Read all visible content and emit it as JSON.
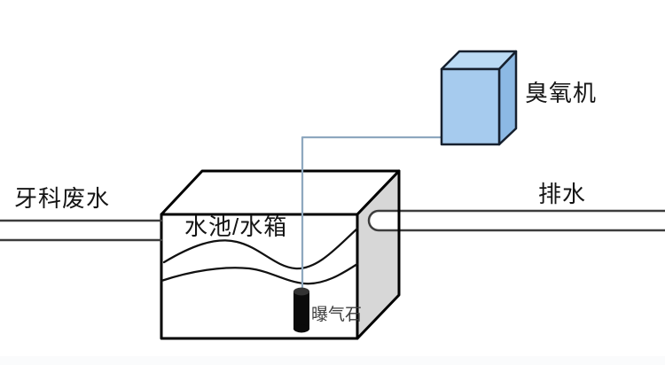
{
  "diagram": {
    "labels": {
      "inflow": "牙科废水",
      "tank": "水池/水箱",
      "ozone_machine": "臭氧机",
      "outflow": "排水",
      "aeration_stone": "曝气石"
    },
    "colors": {
      "cube_front": "#a6cbee",
      "cube_top": "#badaf4",
      "cube_side": "#8cb9e4",
      "cube_outline": "#16202e",
      "tank_right_face": "#d7d7d7",
      "tank_outline": "#000000",
      "tank_fill": "#ffffff",
      "pipe_stroke": "#3d3d3d",
      "pipe_fill": "#ffffff",
      "water_line": "#111111",
      "connector": "#8ea8bf",
      "stone_fill": "#0b0b0b",
      "stone_cap": "#333333",
      "stone_label_color": "#3f3f3f"
    }
  }
}
